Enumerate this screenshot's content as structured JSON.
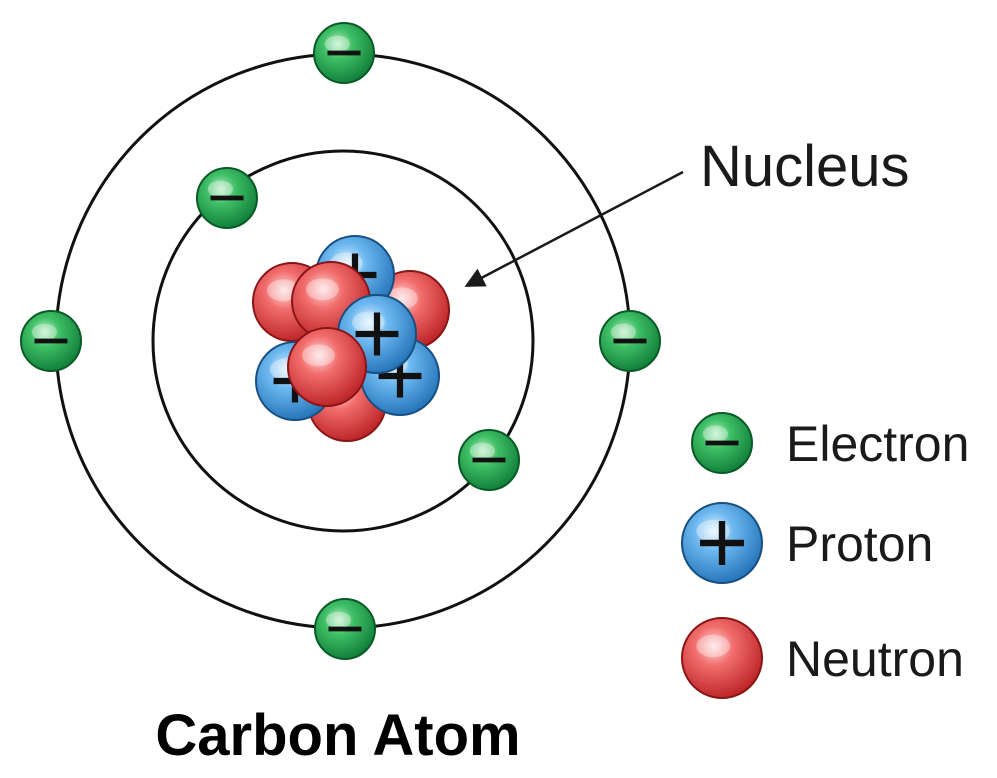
{
  "title": "Carbon Atom",
  "callout": {
    "label": "Nucleus"
  },
  "legend": [
    {
      "particle": "electron",
      "label": "Electron",
      "symbol": "-"
    },
    {
      "particle": "proton",
      "label": "Proton",
      "symbol": "+"
    },
    {
      "particle": "neutron",
      "label": "Neutron",
      "symbol": ""
    }
  ],
  "particles": {
    "electron": {
      "color": "#1f9a4a",
      "symbol": "-"
    },
    "proton": {
      "color": "#3a8fd6",
      "symbol": "+"
    },
    "neutron": {
      "color": "#e0393b",
      "symbol": ""
    }
  },
  "shells": [
    {
      "name": "inner-shell",
      "electrons": 2
    },
    {
      "name": "outer-shell",
      "electrons": 4
    }
  ],
  "nucleus": {
    "protons": 6,
    "neutrons": 6
  }
}
